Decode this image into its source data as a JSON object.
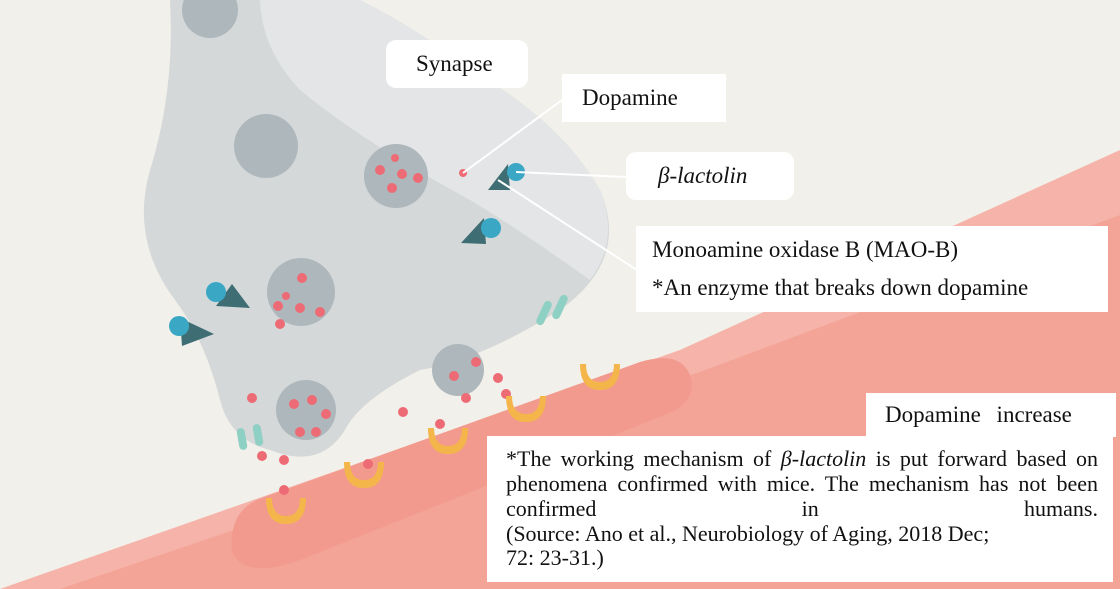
{
  "labels": {
    "synapse": "Synapse",
    "dopamine": "Dopamine",
    "beta_lactolin": "β-lactolin",
    "maob_line1": "Monoamine oxidase B (MAO-B)",
    "maob_line2": "*An enzyme that breaks down dopamine",
    "dopamine_increase": "Dopamine increase"
  },
  "note": {
    "prefix": "*The working mechanism of ",
    "term": "β-lactolin",
    "suffix": " is put forward based on phenomena confirmed with mice. The mechanism has not been confirmed in humans.",
    "source_line1": "(Source: Ano et al., Neurobiology of Aging, 2018 Dec;",
    "source_line2": "72: 23-31.)"
  },
  "colors": {
    "background": "#f2f0ea",
    "neuron": "#d7d9da",
    "vesicle": "#aab7bc",
    "dopamine_dot": "#ec6b75",
    "lactolin": "#3aa8c4",
    "mao_b": "#3e6e74",
    "receptor": "#f4b64a",
    "postsynaptic": "#f2a194",
    "transporter": "#8fd0c4"
  }
}
